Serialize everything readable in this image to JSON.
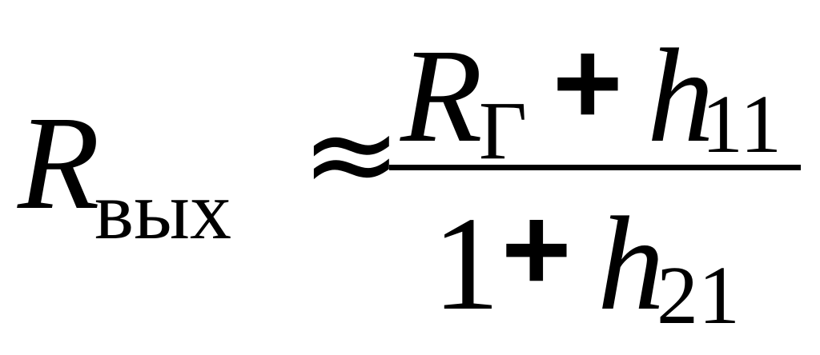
{
  "formula": {
    "lhs": {
      "symbol": "R",
      "subscript": "вых"
    },
    "relation": "≈",
    "numerator": {
      "term1": {
        "symbol": "R",
        "subscript": "Г"
      },
      "operator": "+",
      "term2": {
        "symbol": "h",
        "subscript": "11"
      }
    },
    "denominator": {
      "term1": "1",
      "operator": "+",
      "term2": {
        "symbol": "h",
        "subscript": "21"
      }
    }
  }
}
